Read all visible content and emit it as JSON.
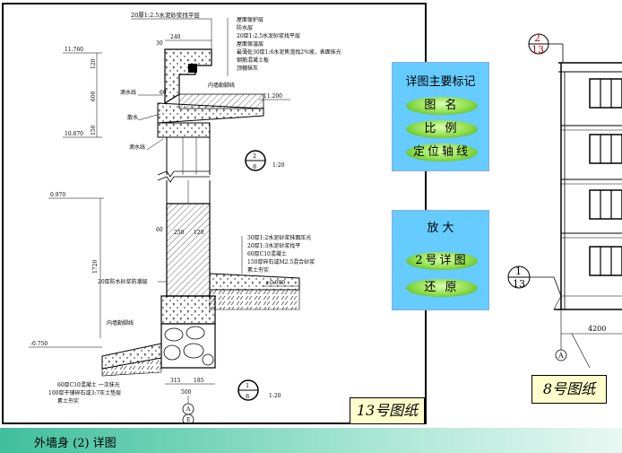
{
  "detail_drawing": {
    "top_note": "20厚1:2.5水泥砂浆找平层",
    "roof_layers": [
      "屋面保护层",
      "防水层",
      "20厚1:2.5水泥砂浆找平层",
      "屋面保温层",
      "最薄处30厚1:6水泥焦渣找2%坡，表面抹光",
      "钢筋混凝土板",
      "顶棚抹灰"
    ],
    "elevations": {
      "e1": "11.760",
      "e2": "11.200",
      "e3": "10.870",
      "e4": "0.970",
      "e5": "±0.000",
      "e6": "-0.750"
    },
    "labels": {
      "drip1": "滴水线",
      "drip2": "滴水线",
      "slope": "散水",
      "inner_line": "内墙勒脚线",
      "inner_foot": "内墙勒脚线",
      "waterproof": "20厚防水砂浆防潮层"
    },
    "floor_layers": [
      "30厚1:2水泥砂浆抹面压光",
      "20厚1:3水泥砂浆找平",
      "60厚C10混凝土",
      "150厚碎石或M2.5混合砂浆",
      "素土夯实"
    ],
    "bottom_layers": [
      "60厚C10混凝土 一次抹光",
      "100厚干铺碎石或3:7灰土垫层",
      "素土夯实"
    ],
    "dims": {
      "d_vert_1720": "1720",
      "d_600": "600",
      "d_120": "120",
      "d_150": "150",
      "d_60": "60",
      "d_30": "30",
      "d_240": "240",
      "d_250": "250",
      "d_315": "315",
      "d_185": "185",
      "d_500": "500"
    },
    "axis_a": "A",
    "axis_e": "E",
    "detail_upper": {
      "num": "2",
      "sheet": "8",
      "scale": "1:20"
    },
    "detail_lower": {
      "num": "1",
      "sheet": "8",
      "scale": "1:20"
    }
  },
  "sheet_label_13": "13号图纸",
  "panel_main": {
    "title": "详图主要标记",
    "buttons": [
      "图 名",
      "比 例",
      "定位轴线"
    ]
  },
  "panel_zoom": {
    "title": "放  大",
    "buttons": [
      "2号详图",
      "还 原"
    ]
  },
  "building": {
    "index_top": {
      "num": "2",
      "sheet": "13"
    },
    "index_mid": {
      "num": "1",
      "sheet": "13"
    },
    "dim_width": "4200",
    "axis": "A"
  },
  "sheet_label_8": "8号图纸",
  "footer": {
    "title": "外墙身 (2) 详图"
  },
  "colors": {
    "panel_bg": "#66ccff",
    "pill": "#8fdc48",
    "footer_start": "#3fbf9a",
    "index_red": "#cc0000",
    "label_bg": "#ffffcc"
  }
}
